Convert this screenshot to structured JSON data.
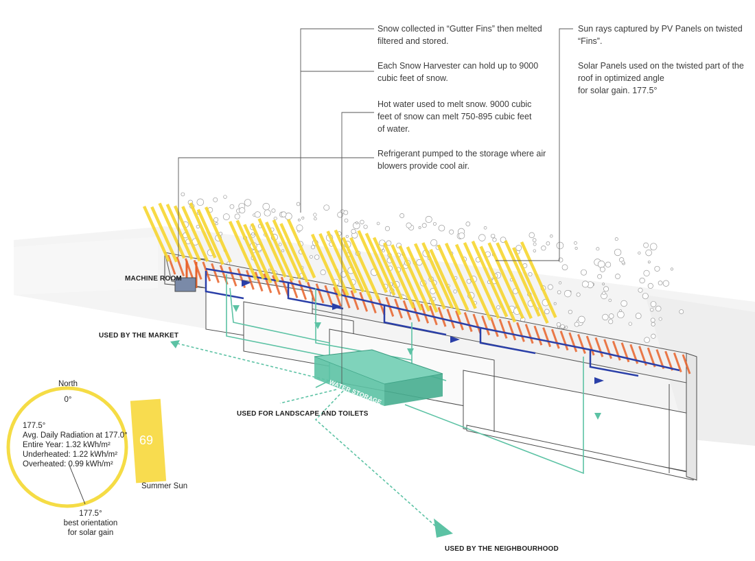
{
  "annotations": {
    "gutter_fins": [
      "Snow collected in “Gutter Fins” then melted",
      "filtered and stored."
    ],
    "harvester": [
      "Each Snow Harvester can hold up to 9000",
      "cubic feet of snow."
    ],
    "hot_water": [
      "Hot water used to melt snow. 9000 cubic",
      "feet of snow can melt 750-895 cubic feet",
      "of water."
    ],
    "refrigerant": [
      "Refrigerant pumped to the storage where air",
      "blowers provide cool air."
    ],
    "sun_rays": [
      "Sun rays captured by PV Panels on twisted",
      "“Fins”."
    ],
    "solar_panels": [
      "Solar Panels used on the twisted part of the",
      "roof in optimized angle",
      "for solar gain. 177.5°"
    ]
  },
  "labels": {
    "machine_room": "MACHINE ROOM",
    "used_market": "USED BY THE MARKET",
    "used_landscape": "USED  FOR LANDSCAPE AND TOILETS",
    "used_neighbourhood": "USED BY THE NEIGHBOURHOOD",
    "water_storage": "WATER STORAGE"
  },
  "compass": {
    "north": "North",
    "north_deg": "0°",
    "angle": "177.5°",
    "radiation_title": "Avg. Daily Radiation at 177.0°",
    "entire_year": "Entire Year: 1.32 kWh/m²",
    "underheated": "Underheated: 1.22 kWh/m²",
    "overheated": "Overheated: 0.99 kWh/m²",
    "bottom_angle": "177.5°",
    "bottom_l1": "best orientation",
    "bottom_l2": "for solar gain"
  },
  "summer_sun": {
    "value": "69",
    "label": "Summer Sun"
  },
  "colors": {
    "sun": "#f7d630",
    "pipe_orange": "#e8622a",
    "pipe_blue": "#2a3fa8",
    "water": "#5cc2a4",
    "outline": "#4a4a4a"
  }
}
